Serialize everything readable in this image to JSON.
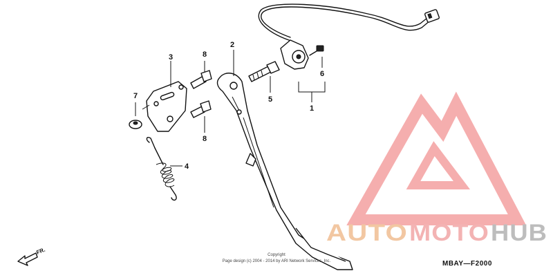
{
  "callouts": {
    "c1": "1",
    "c2": "2",
    "c3": "3",
    "c4": "4",
    "c5": "5",
    "c6": "6",
    "c7": "7",
    "c8a": "8",
    "c8b": "8"
  },
  "direction_label": "FR.",
  "copyright": {
    "line1": "Copyright",
    "line2": "Page design (c) 2004 - 2014 by ARI Network Services, Inc."
  },
  "diagram_code": "MBAY—F2000",
  "watermark": {
    "part1": "AUTO",
    "part2": "MOTO",
    "part3": "HUB",
    "colors": {
      "peach": "#f2c7a2",
      "pink": "#f3b3b3",
      "gray": "#bdbdbd",
      "triangle": "#f4a0a0"
    }
  }
}
